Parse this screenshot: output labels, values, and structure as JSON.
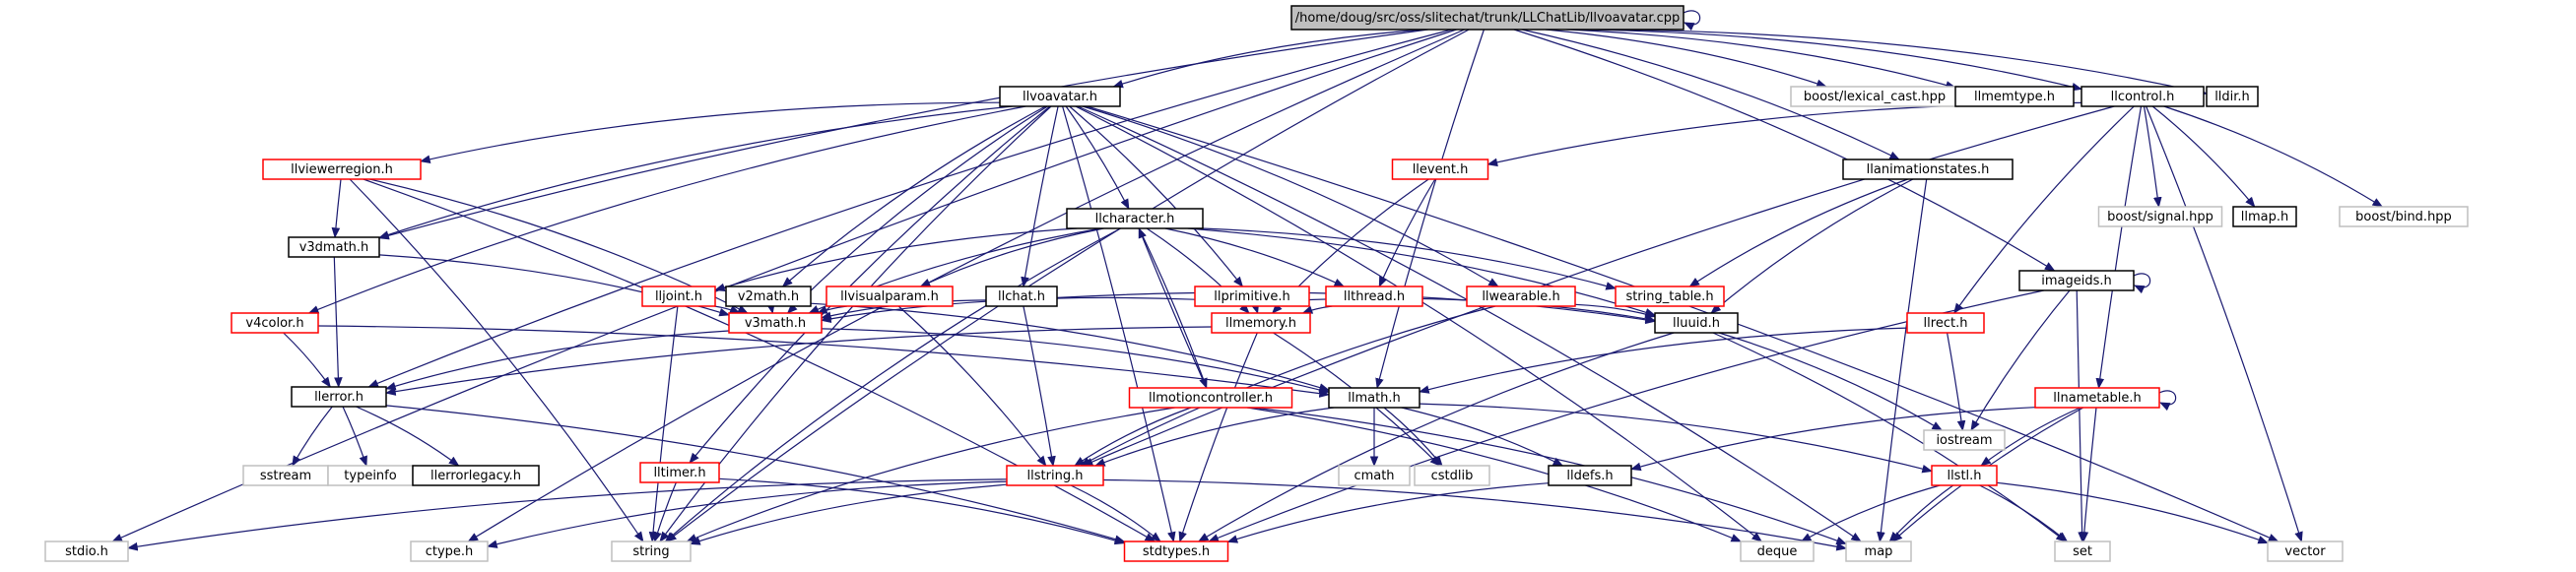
{
  "graph": {
    "nodes": [
      {
        "id": "root",
        "label": "/home/doug/src/oss/slitechat/trunk/LLChatLib/llvoavatar.cpp",
        "style": "root"
      },
      {
        "id": "llvoavatar_h",
        "label": "llvoavatar.h",
        "style": "black"
      },
      {
        "id": "boost_lexical_cast",
        "label": "boost/lexical_cast.hpp",
        "style": "gray"
      },
      {
        "id": "llmemtype",
        "label": "llmemtype.h",
        "style": "black"
      },
      {
        "id": "llcontrol",
        "label": "llcontrol.h",
        "style": "black"
      },
      {
        "id": "lldir",
        "label": "lldir.h",
        "style": "black"
      },
      {
        "id": "llviewerregion",
        "label": "llviewerregion.h",
        "style": "red"
      },
      {
        "id": "llcharacter",
        "label": "llcharacter.h",
        "style": "black"
      },
      {
        "id": "llevent",
        "label": "llevent.h",
        "style": "red"
      },
      {
        "id": "llanimationstates",
        "label": "llanimationstates.h",
        "style": "black"
      },
      {
        "id": "boost_signal",
        "label": "boost/signal.hpp",
        "style": "gray"
      },
      {
        "id": "llmap",
        "label": "llmap.h",
        "style": "black"
      },
      {
        "id": "boost_bind",
        "label": "boost/bind.hpp",
        "style": "gray"
      },
      {
        "id": "v3dmath",
        "label": "v3dmath.h",
        "style": "black"
      },
      {
        "id": "lljoint",
        "label": "lljoint.h",
        "style": "red"
      },
      {
        "id": "v2math",
        "label": "v2math.h",
        "style": "black"
      },
      {
        "id": "llvisualparam",
        "label": "llvisualparam.h",
        "style": "red"
      },
      {
        "id": "llchat",
        "label": "llchat.h",
        "style": "black"
      },
      {
        "id": "llprimitive",
        "label": "llprimitive.h",
        "style": "red"
      },
      {
        "id": "llthread",
        "label": "llthread.h",
        "style": "red"
      },
      {
        "id": "llwearable",
        "label": "llwearable.h",
        "style": "red"
      },
      {
        "id": "string_table",
        "label": "string_table.h",
        "style": "red"
      },
      {
        "id": "v4color",
        "label": "v4color.h",
        "style": "red"
      },
      {
        "id": "v3math",
        "label": "v3math.h",
        "style": "red"
      },
      {
        "id": "llmemory",
        "label": "llmemory.h",
        "style": "red"
      },
      {
        "id": "lluuid",
        "label": "lluuid.h",
        "style": "black"
      },
      {
        "id": "llrect",
        "label": "llrect.h",
        "style": "red"
      },
      {
        "id": "imageids",
        "label": "imageids.h",
        "style": "black"
      },
      {
        "id": "llerror",
        "label": "llerror.h",
        "style": "black"
      },
      {
        "id": "llmotioncontroller",
        "label": "llmotioncontroller.h",
        "style": "red"
      },
      {
        "id": "llmath",
        "label": "llmath.h",
        "style": "black"
      },
      {
        "id": "iostream",
        "label": "iostream",
        "style": "gray"
      },
      {
        "id": "llnametable",
        "label": "llnametable.h",
        "style": "red"
      },
      {
        "id": "sstream",
        "label": "sstream",
        "style": "gray"
      },
      {
        "id": "typeinfo",
        "label": "typeinfo",
        "style": "gray"
      },
      {
        "id": "llerrorlegacy",
        "label": "llerrorlegacy.h",
        "style": "black"
      },
      {
        "id": "lltimer",
        "label": "lltimer.h",
        "style": "red"
      },
      {
        "id": "llstring",
        "label": "llstring.h",
        "style": "red"
      },
      {
        "id": "cmath",
        "label": "cmath",
        "style": "gray"
      },
      {
        "id": "cstdlib",
        "label": "cstdlib",
        "style": "gray"
      },
      {
        "id": "lldefs",
        "label": "lldefs.h",
        "style": "black"
      },
      {
        "id": "llstl",
        "label": "llstl.h",
        "style": "red"
      },
      {
        "id": "stdio",
        "label": "stdio.h",
        "style": "gray"
      },
      {
        "id": "ctype",
        "label": "ctype.h",
        "style": "gray"
      },
      {
        "id": "string",
        "label": "string",
        "style": "gray"
      },
      {
        "id": "stdtypes",
        "label": "stdtypes.h",
        "style": "red"
      },
      {
        "id": "deque",
        "label": "deque",
        "style": "gray"
      },
      {
        "id": "map",
        "label": "map",
        "style": "gray"
      },
      {
        "id": "set",
        "label": "set",
        "style": "gray"
      },
      {
        "id": "vector",
        "label": "vector",
        "style": "gray"
      }
    ],
    "edges": [
      [
        "root",
        "root"
      ],
      [
        "root",
        "llvoavatar_h"
      ],
      [
        "root",
        "boost_lexical_cast"
      ],
      [
        "root",
        "llmemtype"
      ],
      [
        "root",
        "llcontrol"
      ],
      [
        "root",
        "lldir"
      ],
      [
        "root",
        "llanimationstates"
      ],
      [
        "root",
        "llmath"
      ],
      [
        "root",
        "imageids"
      ],
      [
        "root",
        "llerror"
      ],
      [
        "root",
        "stdio"
      ],
      [
        "root",
        "ctype"
      ],
      [
        "root",
        "string"
      ],
      [
        "root",
        "v3dmath"
      ],
      [
        "llvoavatar_h",
        "llviewerregion"
      ],
      [
        "llvoavatar_h",
        "llcharacter"
      ],
      [
        "llvoavatar_h",
        "v3dmath"
      ],
      [
        "llvoavatar_h",
        "v4color"
      ],
      [
        "llvoavatar_h",
        "v2math"
      ],
      [
        "llvoavatar_h",
        "v3math"
      ],
      [
        "llvoavatar_h",
        "llchat"
      ],
      [
        "llvoavatar_h",
        "llprimitive"
      ],
      [
        "llvoavatar_h",
        "llwearable"
      ],
      [
        "llvoavatar_h",
        "lltimer"
      ],
      [
        "llvoavatar_h",
        "string"
      ],
      [
        "llvoavatar_h",
        "map"
      ],
      [
        "llvoavatar_h",
        "deque"
      ],
      [
        "llvoavatar_h",
        "vector"
      ],
      [
        "llvoavatar_h",
        "stdtypes"
      ],
      [
        "llcontrol",
        "llevent"
      ],
      [
        "llcontrol",
        "boost_signal"
      ],
      [
        "llcontrol",
        "llmap"
      ],
      [
        "llcontrol",
        "boost_bind"
      ],
      [
        "llcontrol",
        "llrect"
      ],
      [
        "llcontrol",
        "llnametable"
      ],
      [
        "llcontrol",
        "llstring"
      ],
      [
        "llcontrol",
        "vector"
      ],
      [
        "llviewerregion",
        "v3dmath"
      ],
      [
        "llviewerregion",
        "v3math"
      ],
      [
        "llviewerregion",
        "string"
      ],
      [
        "llviewerregion",
        "stdtypes"
      ],
      [
        "llcharacter",
        "lljoint"
      ],
      [
        "llcharacter",
        "llvisualparam"
      ],
      [
        "llcharacter",
        "llthread"
      ],
      [
        "llcharacter",
        "string_table"
      ],
      [
        "llcharacter",
        "llmemory"
      ],
      [
        "llcharacter",
        "llmotioncontroller"
      ],
      [
        "llcharacter",
        "v3math"
      ],
      [
        "llcharacter",
        "string"
      ],
      [
        "llcharacter",
        "lluuid"
      ],
      [
        "llevent",
        "llthread"
      ],
      [
        "llevent",
        "llmemory"
      ],
      [
        "llanimationstates",
        "string_table"
      ],
      [
        "llanimationstates",
        "lluuid"
      ],
      [
        "llanimationstates",
        "map"
      ],
      [
        "v3dmath",
        "llerror"
      ],
      [
        "v3dmath",
        "v3math"
      ],
      [
        "lljoint",
        "v3math"
      ],
      [
        "lljoint",
        "string"
      ],
      [
        "v2math",
        "v3math"
      ],
      [
        "v2math",
        "llmath"
      ],
      [
        "llvisualparam",
        "v3math"
      ],
      [
        "llvisualparam",
        "llstring"
      ],
      [
        "llchat",
        "v3math"
      ],
      [
        "llchat",
        "llstring"
      ],
      [
        "llchat",
        "lluuid"
      ],
      [
        "llprimitive",
        "v3math"
      ],
      [
        "llprimitive",
        "llmemory"
      ],
      [
        "llprimitive",
        "lluuid"
      ],
      [
        "llthread",
        "llmemory"
      ],
      [
        "llwearable",
        "lluuid"
      ],
      [
        "llwearable",
        "llstring"
      ],
      [
        "v4color",
        "llerror"
      ],
      [
        "v4color",
        "llmath"
      ],
      [
        "v3math",
        "llerror"
      ],
      [
        "v3math",
        "llmath"
      ],
      [
        "llmemory",
        "llerror"
      ],
      [
        "llmemory",
        "stdtypes"
      ],
      [
        "llmemory",
        "cstdlib"
      ],
      [
        "lluuid",
        "iostream"
      ],
      [
        "lluuid",
        "stdtypes"
      ],
      [
        "lluuid",
        "set"
      ],
      [
        "llrect",
        "iostream"
      ],
      [
        "llrect",
        "llmath"
      ],
      [
        "imageids",
        "imageids"
      ],
      [
        "imageids",
        "iostream"
      ],
      [
        "imageids",
        "stdtypes"
      ],
      [
        "imageids",
        "set"
      ],
      [
        "llerror",
        "sstream"
      ],
      [
        "llerror",
        "typeinfo"
      ],
      [
        "llerror",
        "llerrorlegacy"
      ],
      [
        "llerror",
        "stdtypes"
      ],
      [
        "llmotioncontroller",
        "llstring"
      ],
      [
        "llmotioncontroller",
        "string"
      ],
      [
        "llmotioncontroller",
        "map"
      ],
      [
        "llmotioncontroller",
        "deque"
      ],
      [
        "llmotioncontroller",
        "llcharacter"
      ],
      [
        "llmath",
        "cmath"
      ],
      [
        "llmath",
        "cstdlib"
      ],
      [
        "llmath",
        "lldefs"
      ],
      [
        "llmath",
        "llstl"
      ],
      [
        "llmath",
        "llstring"
      ],
      [
        "llnametable",
        "llnametable"
      ],
      [
        "llnametable",
        "lldefs"
      ],
      [
        "llnametable",
        "llstl"
      ],
      [
        "llnametable",
        "map"
      ],
      [
        "llnametable",
        "set"
      ],
      [
        "lltimer",
        "string"
      ],
      [
        "lltimer",
        "stdtypes"
      ],
      [
        "llstring",
        "stdio"
      ],
      [
        "llstring",
        "ctype"
      ],
      [
        "llstring",
        "string"
      ],
      [
        "llstring",
        "stdtypes"
      ],
      [
        "llstring",
        "map"
      ],
      [
        "lldefs",
        "stdtypes"
      ],
      [
        "llstl",
        "deque"
      ],
      [
        "llstl",
        "map"
      ],
      [
        "llstl",
        "set"
      ],
      [
        "llstl",
        "vector"
      ]
    ]
  }
}
